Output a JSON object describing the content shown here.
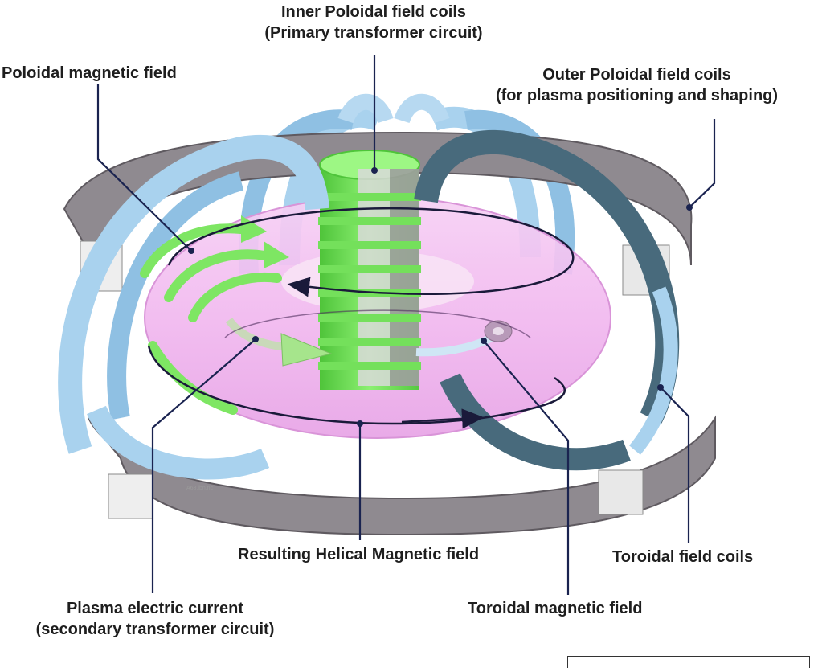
{
  "labels": {
    "inner_coils_line1": "Inner Poloidal field coils",
    "inner_coils_line2": "(Primary transformer circuit)",
    "poloidal_field": "Poloidal magnetic field",
    "outer_coils_line1": "Outer Poloidal field coils",
    "outer_coils_line2": "(for plasma positioning and shaping)",
    "helical_field": "Resulting Helical Magnetic field",
    "toroidal_coils": "Toroidal field coils",
    "plasma_current_line1": "Plasma electric current",
    "plasma_current_line2": "(secondary transformer circuit)",
    "toroidal_field": "Toroidal magnetic field"
  },
  "watermark": "A68.ibn.nc",
  "colors": {
    "plasma": "#f1b8ef",
    "toroidal_coil_light": "#a9d2ee",
    "toroidal_coil_dark": "#486a7c",
    "poloidal_coil": "#8f8a90",
    "central_solenoid": "#74e05b",
    "leader_line": "#1a2350"
  }
}
